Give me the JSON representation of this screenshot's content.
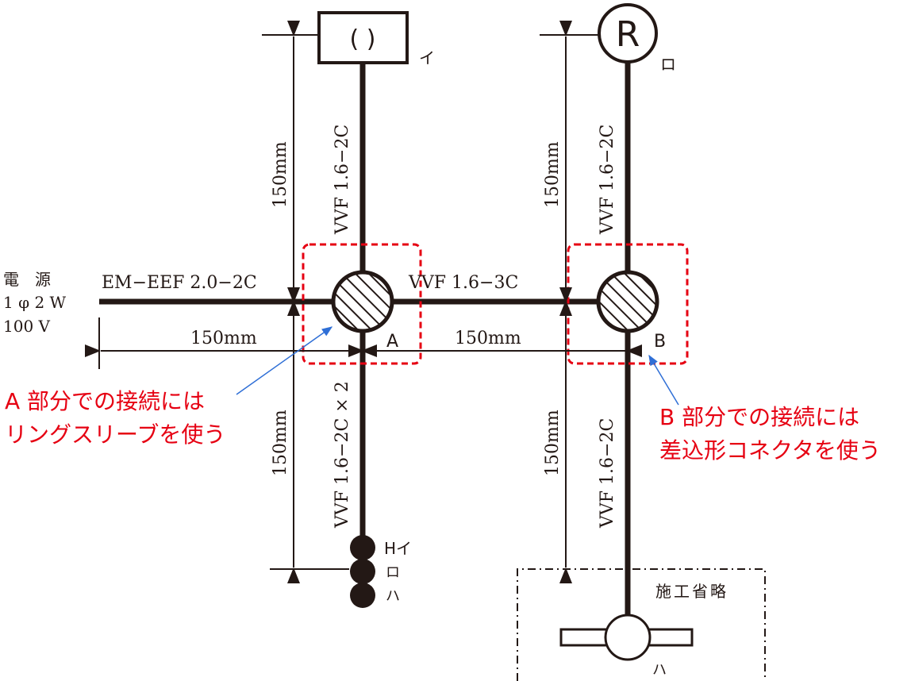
{
  "diagram": {
    "fixtures": {
      "i_symbol": "( )",
      "i_label": "イ",
      "r_symbol": "R",
      "r_label": "ロ"
    },
    "power": {
      "line1": "電　源",
      "line2": "1 φ 2 W",
      "line3": "100 V"
    },
    "cables": {
      "main": "EM−EEF 2.0−2C",
      "a_to_b": "VVF 1.6−3C",
      "a_up": "VVF 1.6−2C",
      "b_up": "VVF 1.6−2C",
      "a_down": "VVF 1.6−2C × 2",
      "b_down": "VVF 1.6−2C"
    },
    "dimensions": {
      "left_horizontal": "150mm",
      "middle_horizontal": "150mm",
      "a_vertical_top": "150mm",
      "a_vertical_bottom": "150mm",
      "b_vertical_top": "150mm",
      "b_vertical_bottom": "150mm"
    },
    "junctions": {
      "a_label": "A",
      "b_label": "B"
    },
    "notes": {
      "a_line1": "A 部分での接続には",
      "a_line2": "リングスリーブを使う",
      "b_line1": "B 部分での接続には",
      "b_line2": "差込形コネクタを使う"
    },
    "switches": {
      "s1": "Hイ",
      "s2": "ロ",
      "s3": "ハ"
    },
    "omitted": {
      "label": "施工省略",
      "receptacle_label": "ハ"
    },
    "colors": {
      "line": "#231815",
      "note": "#e60012",
      "arrow": "#2f6fd6"
    }
  }
}
